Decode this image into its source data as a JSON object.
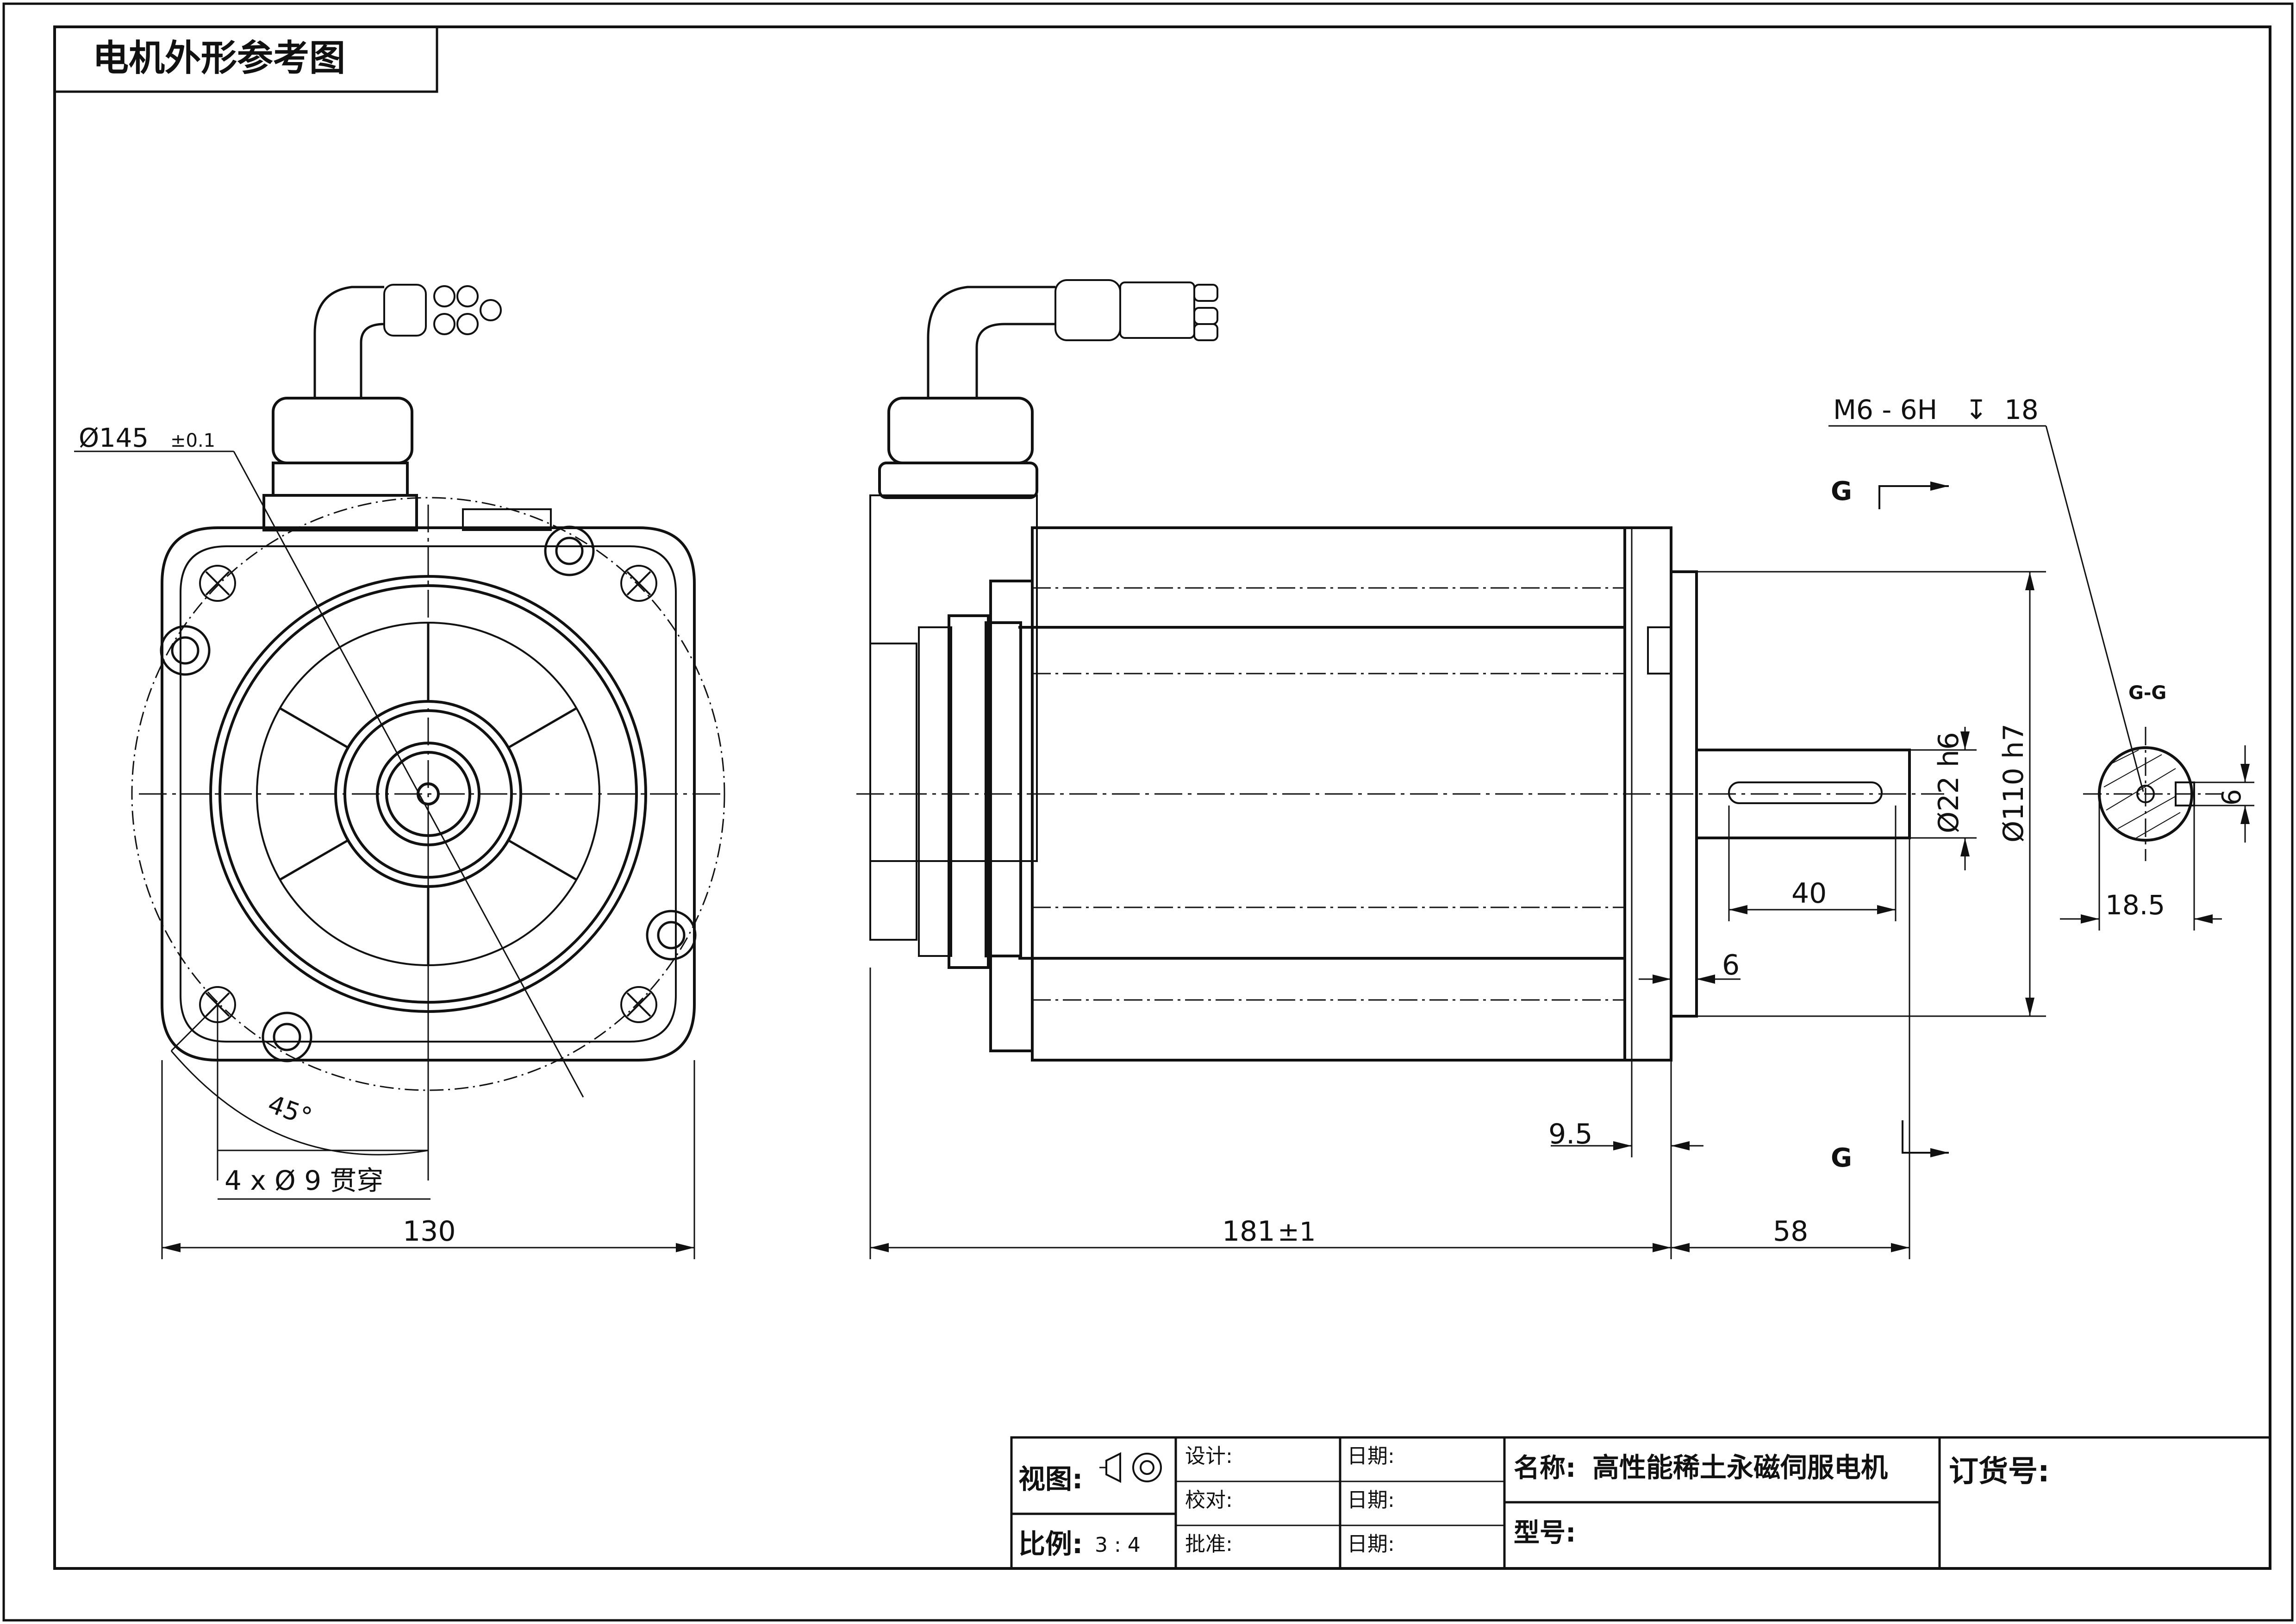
{
  "drawing": {
    "title": "电机外形参考图",
    "front_view": {
      "flange_circle_dia": "Ø145",
      "flange_circle_tol": "±0.1",
      "mount_holes": "4 x  Ø 9 贯穿",
      "hole_angle": "45°",
      "width": "130"
    },
    "side_view": {
      "body_length": "181",
      "body_length_tol": "±1",
      "shaft_length": "58",
      "shaft_dia": "Ø22 h6",
      "pilot_dia": "Ø110 h7",
      "key_length": "40",
      "pilot_height": "6",
      "flange_thickness": "9.5",
      "thread": "M6 - 6H",
      "thread_depth_symbol": "↧",
      "thread_depth": "18",
      "section_mark": "G"
    },
    "section_view": {
      "label": "G-G",
      "key_height": "18.5",
      "key_width": "6"
    }
  },
  "title_block": {
    "view_label": "视图:",
    "scale_label": "比例:",
    "scale_value": "3 : 4",
    "design_label": "设计:",
    "check_label": "校对:",
    "approve_label": "批准:",
    "date_label": "日期:",
    "name_label": "名称:",
    "name_value": "高性能稀土永磁伺服电机",
    "model_label": "型号:",
    "order_label": "订货号:"
  }
}
